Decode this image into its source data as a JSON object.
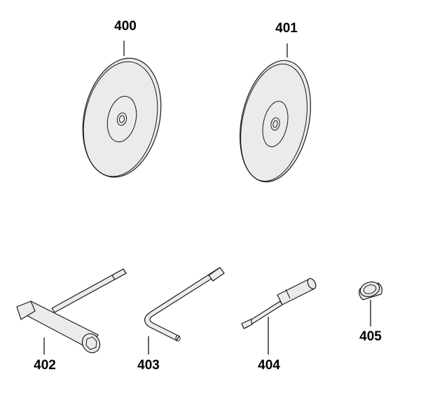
{
  "parts": [
    {
      "id": "disc-400",
      "label": "400",
      "icon": "cutting-disc-icon"
    },
    {
      "id": "disc-401",
      "label": "401",
      "icon": "cutting-disc-icon"
    },
    {
      "id": "wrench-402",
      "label": "402",
      "icon": "t-socket-wrench-icon"
    },
    {
      "id": "key-403",
      "label": "403",
      "icon": "torx-l-key-icon"
    },
    {
      "id": "screwdriver-404",
      "label": "404",
      "icon": "screwdriver-icon"
    },
    {
      "id": "ring-405",
      "label": "405",
      "icon": "spacer-ring-icon"
    }
  ],
  "colors": {
    "line": "#1a1a1a",
    "fill": "#ebebeb",
    "label": "#000000"
  }
}
